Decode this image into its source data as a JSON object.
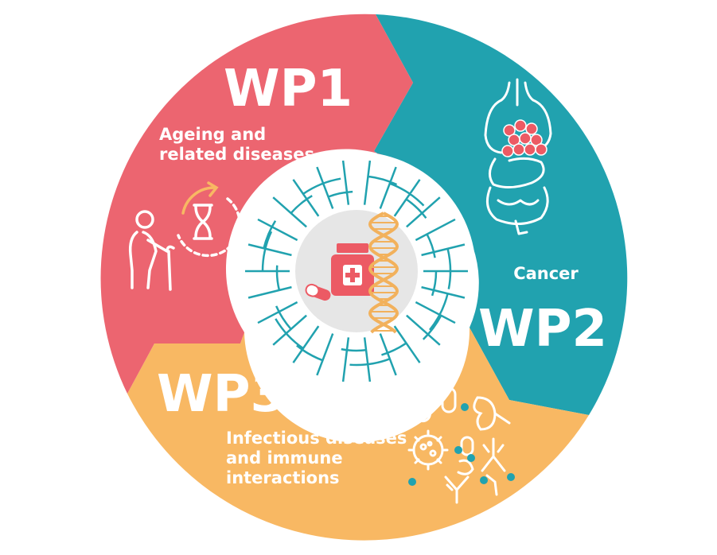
{
  "colors": {
    "wp1": "#EC6570",
    "wp2": "#21A2AF",
    "wp3": "#F8B863",
    "center_ring": "#ffffff",
    "center_disc": "#E6E6E6",
    "tree": "#21A2AF",
    "dna": "#F2B15C",
    "bottle": "#EC5A64"
  },
  "wp1": {
    "title": "WP1",
    "subtitle_line1": "Ageing and",
    "subtitle_line2": "related diseases",
    "icons": [
      "elderly-person-icon",
      "hourglass-cycle-icon"
    ]
  },
  "wp2": {
    "title": "WP2",
    "subtitle": "Cancer",
    "icons": [
      "organs-icon"
    ]
  },
  "wp3": {
    "title": "WP3",
    "subtitle_line1": "Infectious diseases",
    "subtitle_line2": "and immune",
    "subtitle_line3": "interactions",
    "icons": [
      "microbes-icon",
      "antibody-icon"
    ]
  },
  "center": {
    "icons": [
      "medicine-bottle-icon",
      "pill-icon",
      "dna-icon",
      "phylogenetic-tree-icon"
    ]
  }
}
